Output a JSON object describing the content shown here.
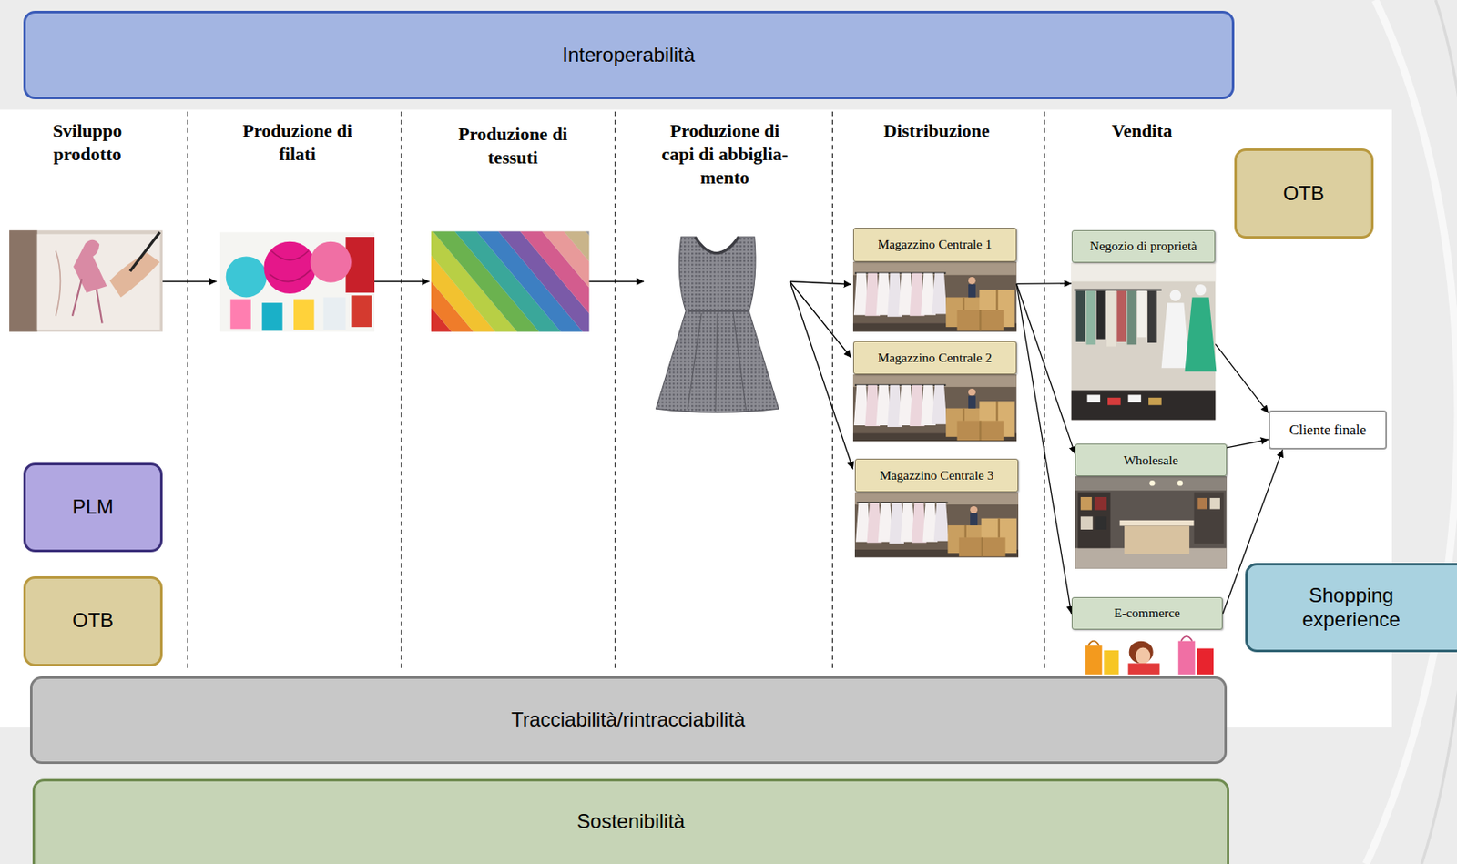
{
  "diagram": {
    "nodes": [
      {
        "text": [
          "Interoperabilità"
        ]
      },
      {
        "text": [
          "Magazzino Centrale 1"
        ]
      },
      {
        "text": [
          "Magazzino Centrale 2"
        ]
      },
      {
        "text": [
          "Magazzino Centrale 3"
        ]
      },
      {
        "text": [
          "Negozio di proprietà"
        ]
      },
      {
        "text": [
          "Wholesale"
        ]
      },
      {
        "text": [
          "E-commerce"
        ]
      },
      {
        "text": [
          "Cliente finale"
        ]
      },
      {
        "text": [
          "OTB"
        ]
      },
      {
        "text": [
          "PLM"
        ]
      },
      {
        "text": [
          "OTB"
        ]
      },
      {
        "text": [
          "Shopping experience"
        ]
      },
      {
        "text": [
          "Tracciabilità/rintracciabilità"
        ]
      },
      {
        "text": [
          "Sostenibilità"
        ]
      }
    ],
    "edges": [
      {
        "from": 1,
        "to": 4,
        "arrow": "to"
      },
      {
        "from": 1,
        "to": 5,
        "arrow": "to"
      },
      {
        "from": 1,
        "to": 6,
        "arrow": "to"
      },
      {
        "from": 4,
        "to": 7,
        "arrow": "to"
      },
      {
        "from": 5,
        "to": 7,
        "arrow": "to"
      },
      {
        "from": 6,
        "to": 7,
        "arrow": "to"
      }
    ],
    "labels": [
      "Sviluppo prodotto",
      "Produzione di filati",
      "Produzione di tessuti",
      "Produzione di capi di abbiglia- mento",
      "Distribuzione",
      "Vendita"
    ]
  }
}
